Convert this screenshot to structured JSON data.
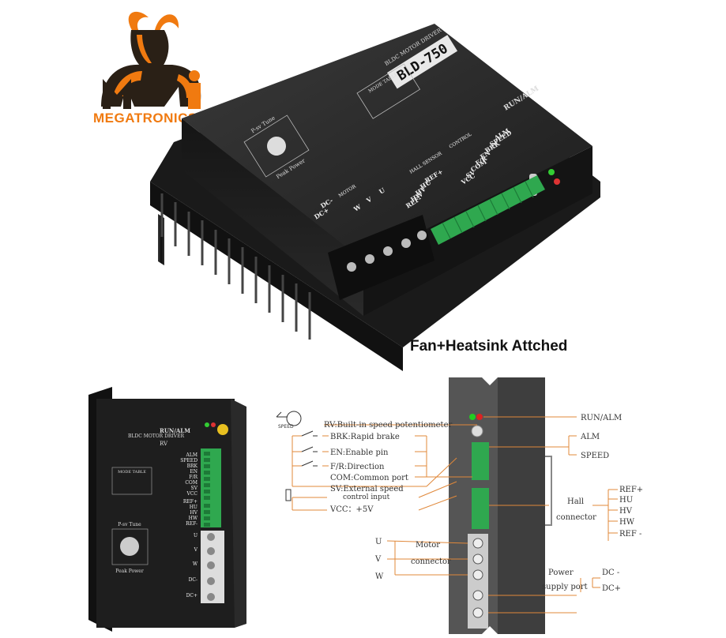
{
  "logo": {
    "brand": "MEGATRONICS",
    "icon": "goat-logo-icon"
  },
  "caption": "Fan+Heatsink Attched",
  "top_device": {
    "title_small": "BLDC MOTOR DRIVER",
    "model": "BLD-750",
    "run_alm": "RUN/ALM",
    "rv": "RV",
    "control_terms": [
      "ALM",
      "SPEED",
      "BRK",
      "EN",
      "F/R",
      "COM",
      "SV",
      "VCC"
    ],
    "control_header": "CONTROL",
    "hall_header": "HALL SENSOR",
    "hall_terms": [
      "REF+",
      "HU",
      "HV",
      "HW",
      "REF-"
    ],
    "motor_header": "MOTOR",
    "motor_terms": [
      "U",
      "V",
      "W"
    ],
    "power_terms": [
      "DC-",
      "DC+"
    ],
    "dial_label": "P-sv Tune",
    "dial_bottom": "Peak Power",
    "mode_table": "MODE TABLE"
  },
  "bottom_device": {
    "title_small": "BLDC MOTOR DRIVER",
    "run_alm": "RUN/ALM",
    "rv": "RV",
    "control_terms": [
      "ALM",
      "SPEED",
      "BRK",
      "EN",
      "F/R",
      "COM",
      "SV",
      "VCC"
    ],
    "hall_terms": [
      "REF+",
      "HU",
      "HV",
      "HW",
      "REF-"
    ],
    "motor_terms": [
      "U",
      "V",
      "W"
    ],
    "power_terms": [
      "DC-",
      "DC+"
    ],
    "dial_label": "P-sv Tune",
    "dial_bottom": "Peak Power",
    "mode_table": "MODE TABLE"
  },
  "diagram": {
    "speed_icon": "SPEED",
    "left_labels": [
      "RV:Built-in speed potentiometer",
      "BRK:Rapid brake",
      "EN:Enable pin",
      "F/R:Direction",
      "COM:Common port",
      "SV:External speed",
      "control input",
      "VCC：+5V"
    ],
    "motor_letters": [
      "U",
      "V",
      "W"
    ],
    "motor_label": [
      "Motor",
      "connector"
    ],
    "right_top": [
      "RUN/ALM",
      "ALM",
      "SPEED"
    ],
    "hall_label": [
      "Hall",
      "connector"
    ],
    "hall_terms": [
      "REF+",
      "HU",
      "HV",
      "HW",
      "REF -"
    ],
    "power_label": [
      "Power",
      "supply port"
    ],
    "power_terms": [
      "DC -",
      "DC+"
    ]
  },
  "colors": {
    "brand_orange": "#f07a10",
    "logo_dark": "#2a2016",
    "device_black": "#222222",
    "terminal_green": "#2fa84f",
    "wire_orange": "#e0883a"
  }
}
